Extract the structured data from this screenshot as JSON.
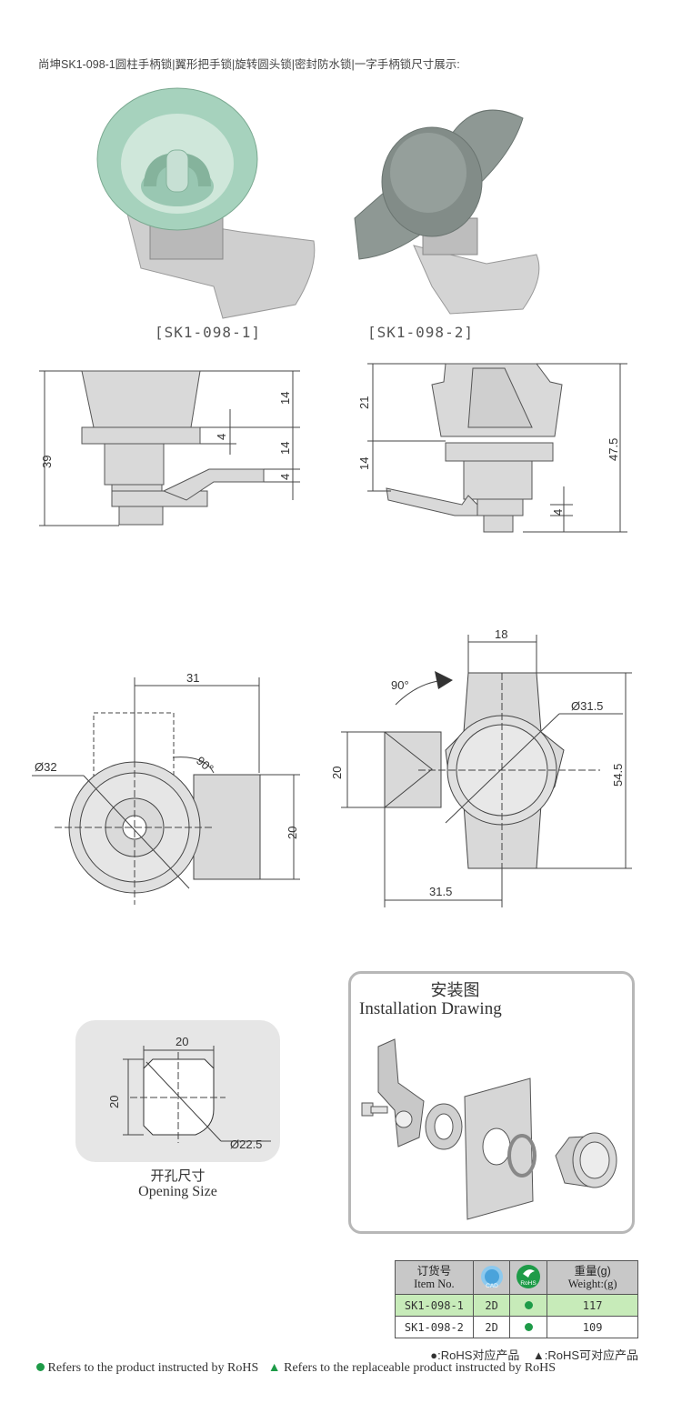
{
  "header": {
    "title": "尚坤SK1-098-1圆柱手柄锁|翼形把手锁|旋转圆头锁|密封防水锁|一字手柄锁尺寸展示:"
  },
  "products": [
    {
      "label": "[SK1-098-1]",
      "color": "#a6d2bd"
    },
    {
      "label": "[SK1-098-2]",
      "color": "#8e9894"
    }
  ],
  "side_view_1": {
    "dims": [
      "39",
      "14",
      "4",
      "14",
      "4"
    ]
  },
  "side_view_2": {
    "dims": [
      "21",
      "14",
      "47.5",
      "4"
    ]
  },
  "top_view_1": {
    "dims": [
      "31",
      "Ø32",
      "90°",
      "20"
    ]
  },
  "top_view_2": {
    "dims": [
      "18",
      "90°",
      "Ø31.5",
      "20",
      "54.5",
      "31.5"
    ]
  },
  "opening": {
    "dims": [
      "20",
      "20",
      "Ø22.5"
    ],
    "title_cn": "开孔尺寸",
    "title_en": "Opening Size"
  },
  "installation": {
    "title_cn": "安装图",
    "title_en": "Installation Drawing"
  },
  "order_table": {
    "headers": {
      "item_cn": "订货号",
      "item_en": "Item No.",
      "cad": "CAD",
      "rohs": "RoHS",
      "weight_cn": "重量(g)",
      "weight_en": "Weight:(g)"
    },
    "rows": [
      {
        "item": "SK1-098-1",
        "cad": "2D",
        "weight": "117"
      },
      {
        "item": "SK1-098-2",
        "cad": "2D",
        "weight": "109"
      }
    ]
  },
  "legend": {
    "rohs_cn": "●:RoHS对应产品",
    "replaceable_cn": "▲:RoHS可对应产品",
    "rohs_en": "Refers to the product instructed by RoHS",
    "replaceable_en": "Refers to the replaceable product instructed by RoHS"
  },
  "colors": {
    "green_dot": "#1e9b48",
    "highlight_row": "#c7ebb9",
    "panel_gray": "#e6e6e6"
  }
}
